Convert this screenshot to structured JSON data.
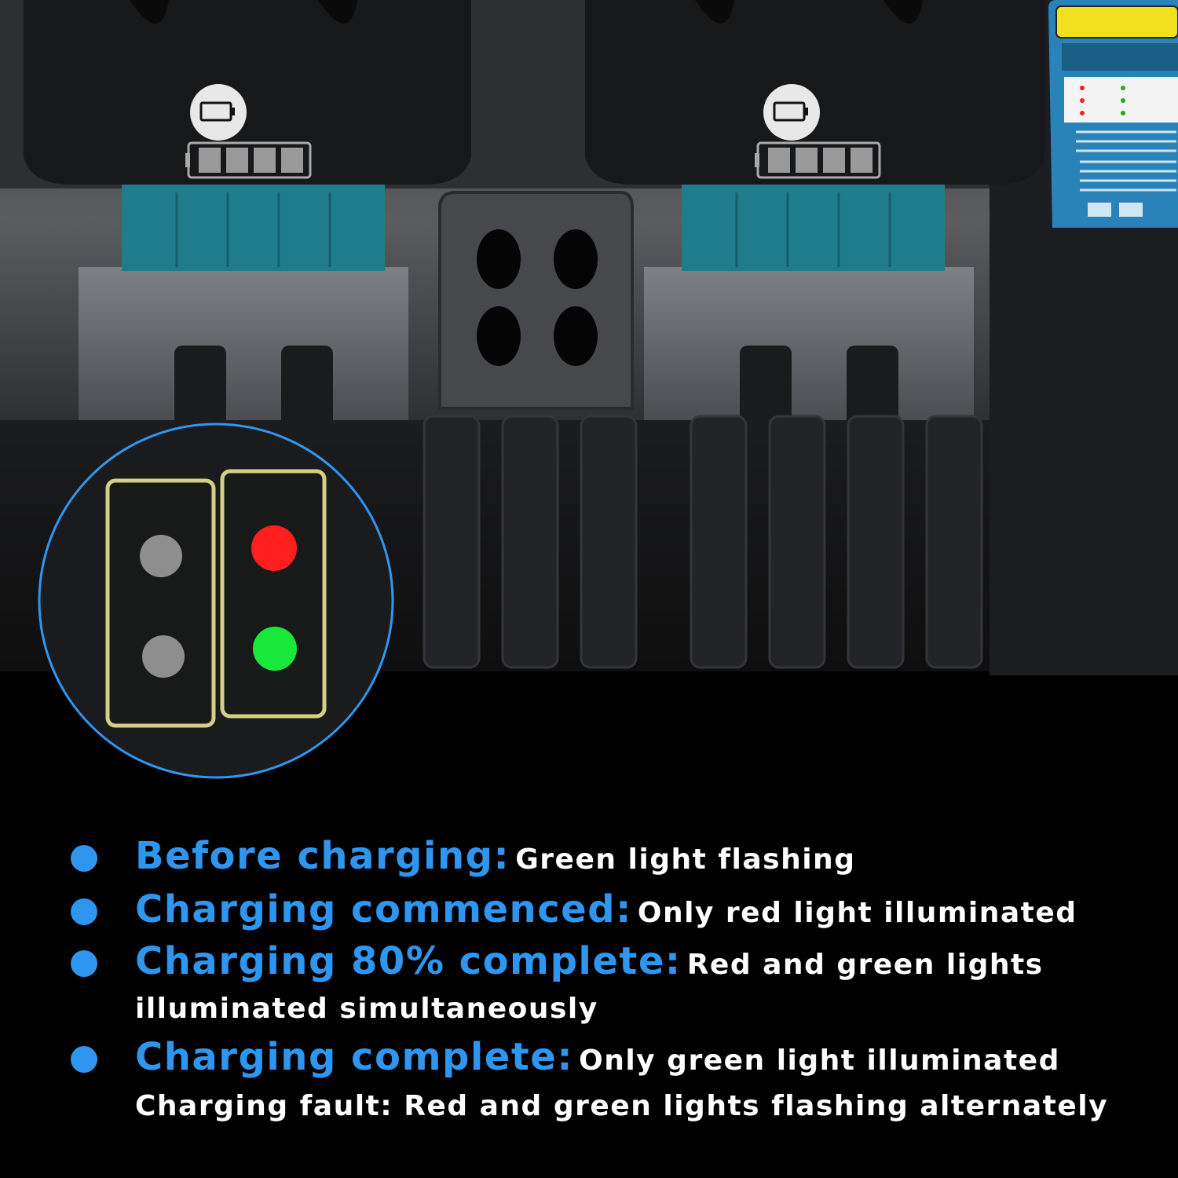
{
  "colors": {
    "accent": "#2f96f0",
    "teal": "#1f7c8c",
    "red_led": "#ff1f1f",
    "green_led": "#18e83a",
    "outline": "#d4cf84"
  },
  "icons": [
    "battery-icon",
    "fuel-gauge-icon",
    "indicator-led-icon",
    "bullet-icon"
  ],
  "led_status_shown": {
    "left_red": "off",
    "left_green": "off",
    "right_red": "on",
    "right_green": "on"
  },
  "legend": [
    {
      "lead": "Before charging:",
      "desc": "Green light flashing"
    },
    {
      "lead": "Charging commenced:",
      "desc": "Only red light illuminated"
    },
    {
      "lead": "Charging 80% complete:",
      "desc": "Red and green lights",
      "cont": "illuminated simultaneously"
    },
    {
      "lead": "Charging complete:",
      "desc": "Only green light illuminated",
      "cont": "Charging fault: Red and green lights flashing alternately"
    }
  ]
}
